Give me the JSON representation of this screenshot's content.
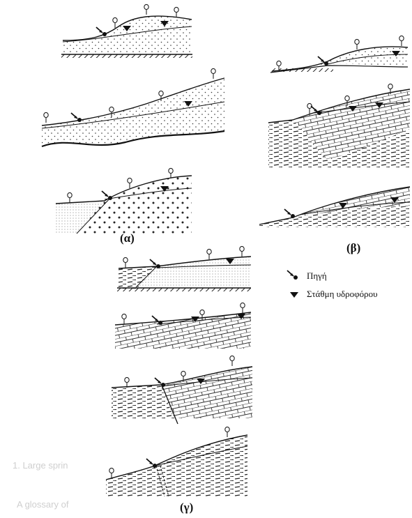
{
  "labels": {
    "panel_a": "(α)",
    "panel_b": "(β)",
    "panel_g": "(γ)"
  },
  "legend": {
    "spring": "Πηγή",
    "water_table": "Στάθμη υδροφόρου"
  },
  "faint_background_text": [
    "1. Large sprin",
    "A glossary of"
  ],
  "colors": {
    "ink": "#1a1a1a",
    "paper": "#ffffff"
  }
}
